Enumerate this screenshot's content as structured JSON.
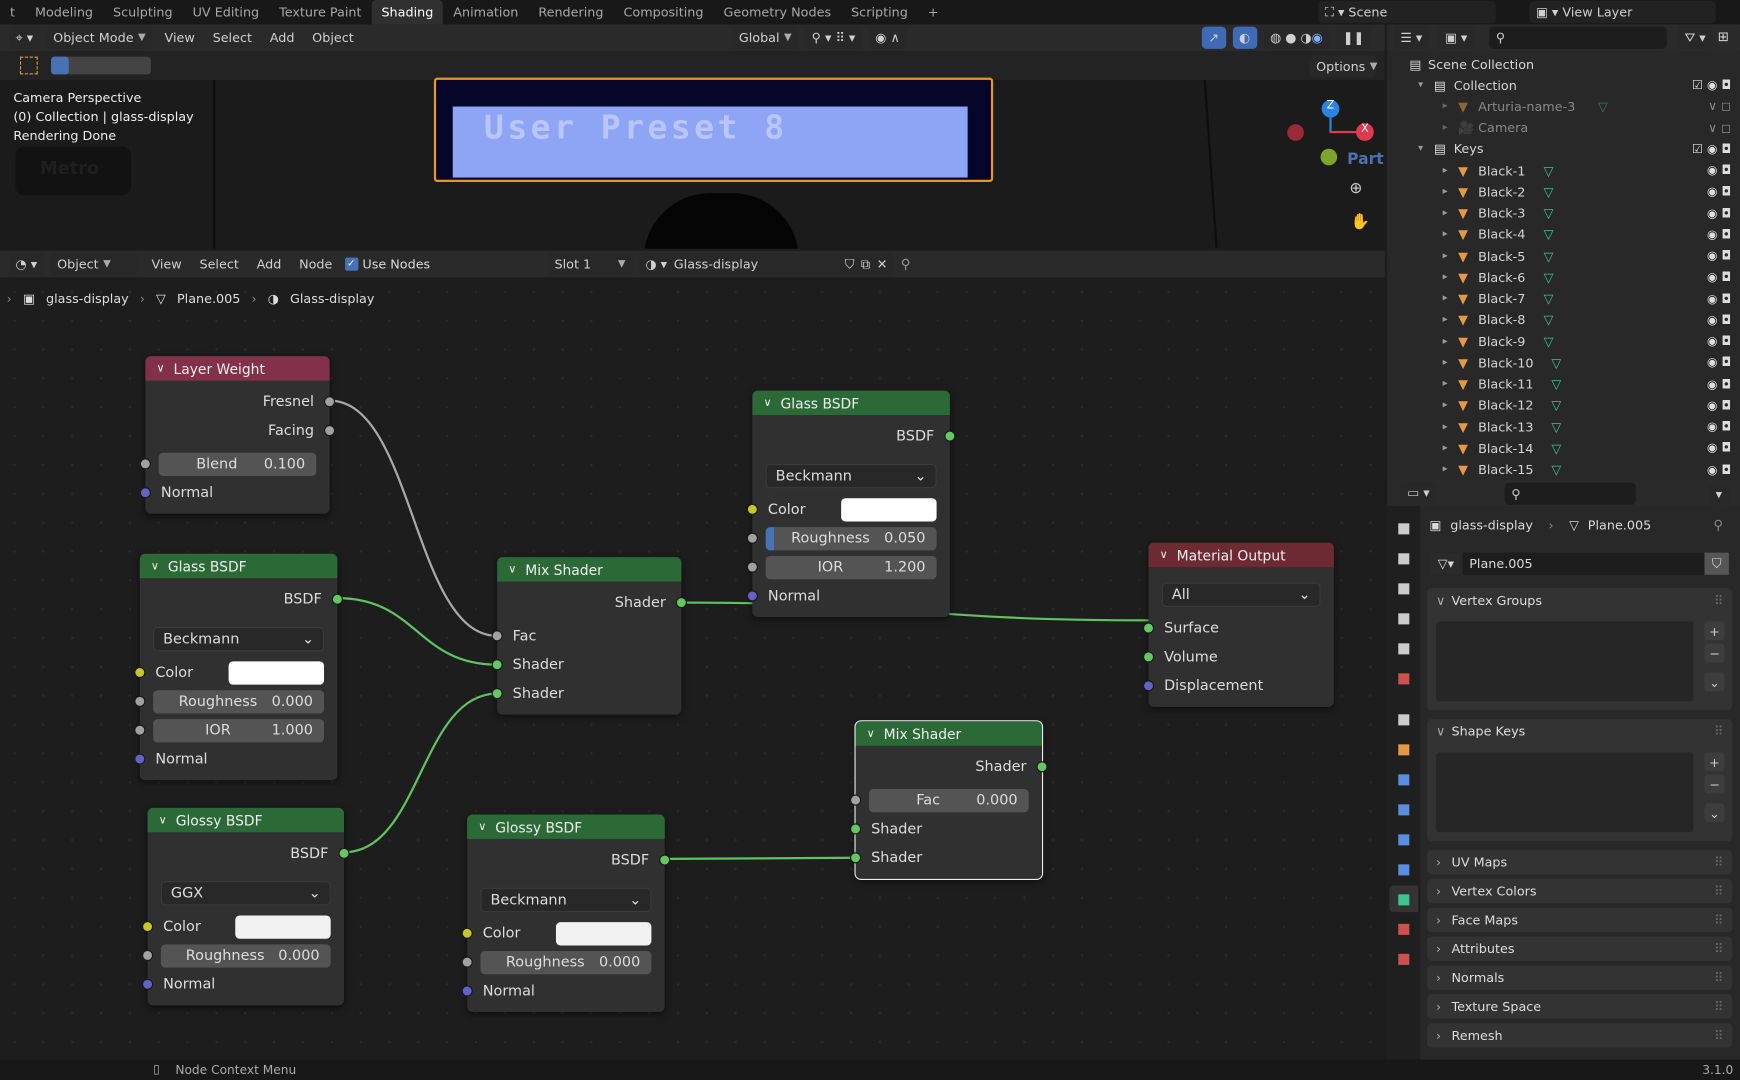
{
  "topbar": {
    "workspaces": [
      "t",
      "Modeling",
      "Sculpting",
      "UV Editing",
      "Texture Paint",
      "Shading",
      "Animation",
      "Rendering",
      "Compositing",
      "Geometry Nodes",
      "Scripting",
      "+"
    ],
    "active": "Shading",
    "scene": "Scene",
    "view_layer": "View Layer"
  },
  "viewport": {
    "mode": "Object Mode",
    "menus": [
      "View",
      "Select",
      "Add",
      "Object"
    ],
    "transform": "Global",
    "options": "Options",
    "overlay": [
      "Camera Perspective",
      "(0) Collection | glass-display",
      "Rendering Done"
    ],
    "display_text": "User Preset 8",
    "metro_text": "Metro",
    "part_text": "Part",
    "gizmo": {
      "z": "Z",
      "x": "X"
    }
  },
  "node_editor": {
    "type": "Object",
    "menus": [
      "View",
      "Select",
      "Add",
      "Node"
    ],
    "use_nodes_label": "Use Nodes",
    "use_nodes": true,
    "slot": "Slot 1",
    "material": "Glass-display",
    "breadcrumb": [
      "glass-display",
      "Plane.005",
      "Glass-display"
    ]
  },
  "socket_colors": {
    "shader": "#63c763",
    "float": "#a1a1a1",
    "color": "#c7c729",
    "vector": "#6363c7"
  },
  "header_colors": {
    "input": "#83314a",
    "shader": "#2b6a37",
    "output": "#6e2a33"
  },
  "nodes": [
    {
      "title": "Layer Weight",
      "kind": "input",
      "rows": [
        {
          "t": "out",
          "label": "Fresnel",
          "s": "float"
        },
        {
          "t": "out",
          "label": "Facing",
          "s": "float"
        },
        {
          "t": "slider",
          "label": "Blend",
          "value": "0.100",
          "s": "float"
        },
        {
          "t": "in",
          "label": "Normal",
          "s": "vector"
        }
      ]
    },
    {
      "title": "Glass BSDF",
      "kind": "shader",
      "rows": [
        {
          "t": "out",
          "label": "BSDF",
          "s": "shader"
        },
        {
          "t": "drop",
          "value": "Beckmann"
        },
        {
          "t": "color",
          "label": "Color",
          "s": "color",
          "value": "#ffffff"
        },
        {
          "t": "slider",
          "label": "Roughness",
          "value": "0.000",
          "s": "float"
        },
        {
          "t": "slider",
          "label": "IOR",
          "value": "1.000",
          "s": "float"
        },
        {
          "t": "in",
          "label": "Normal",
          "s": "vector"
        }
      ]
    },
    {
      "title": "Glossy BSDF",
      "kind": "shader",
      "rows": [
        {
          "t": "out",
          "label": "BSDF",
          "s": "shader"
        },
        {
          "t": "drop",
          "value": "GGX"
        },
        {
          "t": "color",
          "label": "Color",
          "s": "color",
          "value": "#f2f2f2"
        },
        {
          "t": "slider",
          "label": "Roughness",
          "value": "0.000",
          "s": "float"
        },
        {
          "t": "in",
          "label": "Normal",
          "s": "vector"
        }
      ]
    },
    {
      "title": "Mix Shader",
      "kind": "shader",
      "rows": [
        {
          "t": "out",
          "label": "Shader",
          "s": "shader"
        },
        {
          "t": "in",
          "label": "Fac",
          "s": "float"
        },
        {
          "t": "in",
          "label": "Shader",
          "s": "shader"
        },
        {
          "t": "in",
          "label": "Shader",
          "s": "shader"
        }
      ]
    },
    {
      "title": "Glass BSDF",
      "kind": "shader",
      "rows": [
        {
          "t": "out",
          "label": "BSDF",
          "s": "shader"
        },
        {
          "t": "drop",
          "value": "Beckmann"
        },
        {
          "t": "color",
          "label": "Color",
          "s": "color",
          "value": "#ffffff"
        },
        {
          "t": "slider",
          "label": "Roughness",
          "value": "0.050",
          "s": "float",
          "fill": 0.05
        },
        {
          "t": "slider",
          "label": "IOR",
          "value": "1.200",
          "s": "float"
        },
        {
          "t": "in",
          "label": "Normal",
          "s": "vector"
        }
      ]
    },
    {
      "title": "Material Output",
      "kind": "output",
      "rows": [
        {
          "t": "drop",
          "value": "All"
        },
        {
          "t": "in",
          "label": "Surface",
          "s": "shader"
        },
        {
          "t": "in",
          "label": "Volume",
          "s": "shader"
        },
        {
          "t": "in",
          "label": "Displacement",
          "s": "vector"
        }
      ]
    },
    {
      "title": "Mix Shader",
      "kind": "shader",
      "selected": true,
      "rows": [
        {
          "t": "out",
          "label": "Shader",
          "s": "shader"
        },
        {
          "t": "slider",
          "label": "Fac",
          "value": "0.000",
          "s": "float"
        },
        {
          "t": "in",
          "label": "Shader",
          "s": "shader"
        },
        {
          "t": "in",
          "label": "Shader",
          "s": "shader"
        }
      ]
    },
    {
      "title": "Glossy BSDF",
      "kind": "shader",
      "rows": [
        {
          "t": "out",
          "label": "BSDF",
          "s": "shader"
        },
        {
          "t": "drop",
          "value": "Beckmann"
        },
        {
          "t": "color",
          "label": "Color",
          "s": "color",
          "value": "#f2f2f2"
        },
        {
          "t": "slider",
          "label": "Roughness",
          "value": "0.000",
          "s": "float"
        },
        {
          "t": "in",
          "label": "Normal",
          "s": "vector"
        }
      ]
    }
  ],
  "outliner": {
    "root": "Scene Collection",
    "items": [
      {
        "label": "Collection",
        "depth": 0,
        "type": "collection"
      },
      {
        "label": "Arturia-name-3",
        "depth": 1,
        "type": "mesh",
        "dim": true
      },
      {
        "label": "Camera",
        "depth": 1,
        "type": "camera",
        "dim": true
      },
      {
        "label": "Keys",
        "depth": 0,
        "type": "collection"
      },
      {
        "label": "Black-1",
        "depth": 1,
        "type": "mesh"
      },
      {
        "label": "Black-2",
        "depth": 1,
        "type": "mesh"
      },
      {
        "label": "Black-3",
        "depth": 1,
        "type": "mesh"
      },
      {
        "label": "Black-4",
        "depth": 1,
        "type": "mesh"
      },
      {
        "label": "Black-5",
        "depth": 1,
        "type": "mesh"
      },
      {
        "label": "Black-6",
        "depth": 1,
        "type": "mesh"
      },
      {
        "label": "Black-7",
        "depth": 1,
        "type": "mesh"
      },
      {
        "label": "Black-8",
        "depth": 1,
        "type": "mesh"
      },
      {
        "label": "Black-9",
        "depth": 1,
        "type": "mesh"
      },
      {
        "label": "Black-10",
        "depth": 1,
        "type": "mesh"
      },
      {
        "label": "Black-11",
        "depth": 1,
        "type": "mesh"
      },
      {
        "label": "Black-12",
        "depth": 1,
        "type": "mesh"
      },
      {
        "label": "Black-13",
        "depth": 1,
        "type": "mesh"
      },
      {
        "label": "Black-14",
        "depth": 1,
        "type": "mesh"
      },
      {
        "label": "Black-15",
        "depth": 1,
        "type": "mesh"
      }
    ]
  },
  "properties": {
    "breadcrumb": [
      "glass-display",
      "Plane.005"
    ],
    "mesh_name": "Plane.005",
    "panels": [
      {
        "label": "Vertex Groups",
        "open": true
      },
      {
        "label": "Shape Keys",
        "open": true
      },
      {
        "label": "UV Maps"
      },
      {
        "label": "Vertex Colors"
      },
      {
        "label": "Face Maps"
      },
      {
        "label": "Attributes"
      },
      {
        "label": "Normals"
      },
      {
        "label": "Texture Space"
      },
      {
        "label": "Remesh"
      }
    ],
    "tabs": [
      "tool",
      "render",
      "output",
      "view-layer",
      "scene",
      "world",
      "collection",
      "object",
      "modifiers",
      "particles",
      "physics",
      "constraints",
      "data",
      "material",
      "texture"
    ],
    "active_tab": "data"
  },
  "status": {
    "hint": "Node Context Menu",
    "version": "3.1.0"
  }
}
